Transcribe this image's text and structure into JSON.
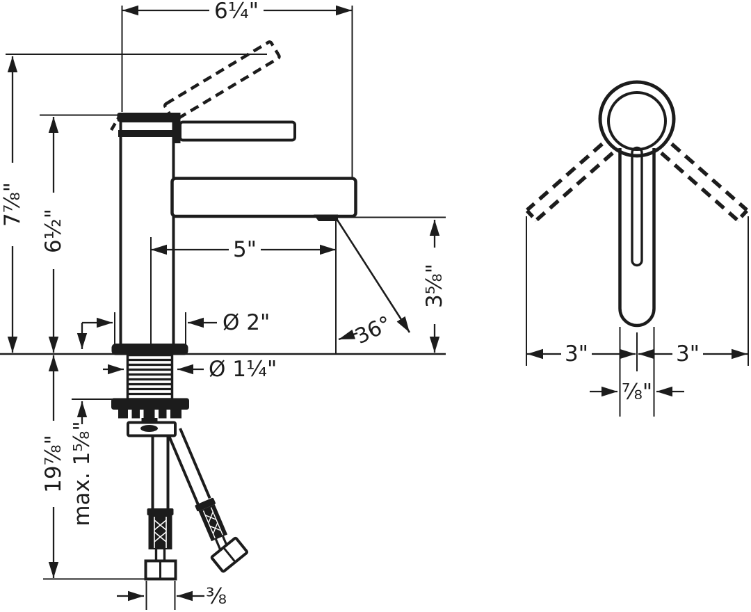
{
  "colors": {
    "line": "#1c1c1c",
    "background": "#ffffff"
  },
  "side_view": {
    "labels": {
      "spout_depth": "6¼\"",
      "overall_height": "7⅞\"",
      "spout_height": "6½\"",
      "spout_reach": "5\"",
      "base_diameter": "Ø 2\"",
      "shank_diameter": "Ø 1¼\"",
      "stream_angle": "36°",
      "outlet_to_deck": "3⅝\"",
      "below_deck_length": "19⅞\"",
      "max_counter_thickness": "max. 1⅝\"",
      "supply_connection": "⅜"
    }
  },
  "top_view": {
    "labels": {
      "swing_left": "3\"",
      "swing_right": "3\"",
      "handle_width": "⅞\""
    }
  }
}
